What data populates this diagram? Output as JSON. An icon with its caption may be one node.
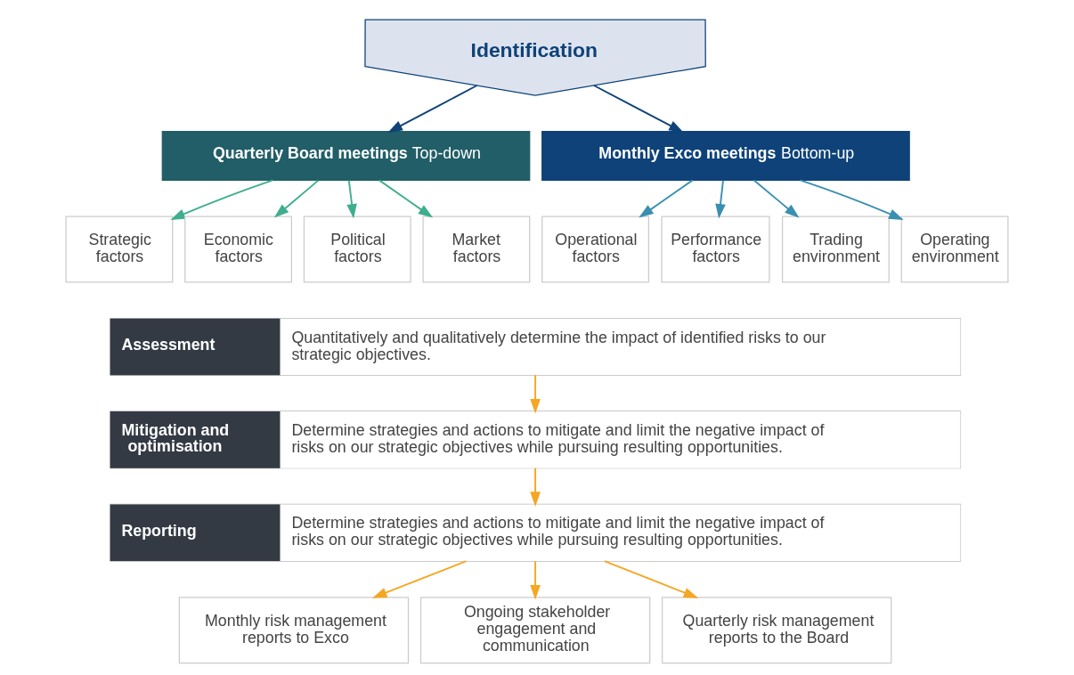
{
  "diagram": {
    "nodes": [
      {
        "text": [
          "Identification"
        ]
      },
      {
        "text": [
          "Quarterly Board meetings",
          "Top-down"
        ]
      },
      {
        "text": [
          "Monthly Exco meetings",
          "Bottom-up"
        ]
      },
      {
        "text": [
          "Strategic factors"
        ]
      },
      {
        "text": [
          "Economic factors"
        ]
      },
      {
        "text": [
          "Political factors"
        ]
      },
      {
        "text": [
          "Market factors"
        ]
      },
      {
        "text": [
          "Operational factors"
        ]
      },
      {
        "text": [
          "Performance factors"
        ]
      },
      {
        "text": [
          "Trading environment"
        ]
      },
      {
        "text": [
          "Operating environment"
        ]
      },
      {
        "text": [
          "Assessment",
          "Quantitatively and qualitatively determine the impact of identified risks to our strategic objectives."
        ]
      },
      {
        "text": [
          "Mitigation and optimisation",
          "Determine strategies and actions to mitigate and limit the negative impact of risks on our strategic objectives while pursuing resulting opportunities."
        ]
      },
      {
        "text": [
          "Reporting",
          "Determine strategies and actions to mitigate and limit the negative impact of risks on our strategic objectives while pursuing resulting opportunities."
        ]
      },
      {
        "text": [
          "Monthly risk management reports to Exco"
        ]
      },
      {
        "text": [
          "Ongoing stakeholder engagement and communication"
        ]
      },
      {
        "text": [
          "Quarterly risk management reports to the Board"
        ]
      }
    ],
    "edges": [
      {
        "from": 0,
        "to": 1,
        "arrow": "to",
        "color": "#0e4279"
      },
      {
        "from": 0,
        "to": 2,
        "arrow": "to",
        "color": "#0e4279"
      },
      {
        "from": 1,
        "to": 3,
        "arrow": "to",
        "color": "#3fae8f"
      },
      {
        "from": 1,
        "to": 4,
        "arrow": "to",
        "color": "#3fae8f"
      },
      {
        "from": 1,
        "to": 5,
        "arrow": "to",
        "color": "#3fae8f"
      },
      {
        "from": 1,
        "to": 6,
        "arrow": "to",
        "color": "#3fae8f"
      },
      {
        "from": 2,
        "to": 7,
        "arrow": "to",
        "color": "#3a8fb0"
      },
      {
        "from": 2,
        "to": 8,
        "arrow": "to",
        "color": "#3a8fb0"
      },
      {
        "from": 2,
        "to": 9,
        "arrow": "to",
        "color": "#3a8fb0"
      },
      {
        "from": 2,
        "to": 10,
        "arrow": "to",
        "color": "#3a8fb0"
      },
      {
        "from": 11,
        "to": 12,
        "arrow": "to"
      },
      {
        "from": 12,
        "to": 13,
        "arrow": "to"
      },
      {
        "from": 13,
        "to": 14,
        "arrow": "to"
      },
      {
        "from": 13,
        "to": 15,
        "arrow": "to"
      },
      {
        "from": 13,
        "to": 16,
        "arrow": "to"
      }
    ]
  }
}
